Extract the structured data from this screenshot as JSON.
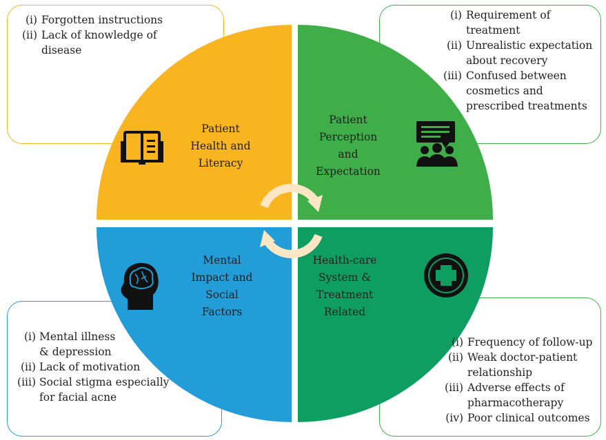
{
  "quadrants": {
    "top_left": {
      "title_lines": [
        "Patient",
        "Health and",
        "Literacy"
      ],
      "icon": "book-icon",
      "color": "#F9B520",
      "items": [
        {
          "num": "(i)",
          "lines": [
            "Forgotten instructions"
          ]
        },
        {
          "num": "(ii)",
          "lines": [
            "Lack of knowledge of",
            "disease"
          ]
        }
      ]
    },
    "top_right": {
      "title_lines": [
        "Patient",
        "Perception",
        "and",
        "Expectation"
      ],
      "icon": "group-discussion-icon",
      "color": "#3FAE49",
      "items": [
        {
          "num": "(i)",
          "lines": [
            "Requirement of",
            "treatment"
          ]
        },
        {
          "num": "(ii)",
          "lines": [
            "Unrealistic expectation",
            "about recovery"
          ]
        },
        {
          "num": "(iii)",
          "lines": [
            "Confused between",
            "cosmetics and",
            "prescribed treatments"
          ]
        }
      ]
    },
    "bottom_left": {
      "title_lines": [
        "Mental",
        "Impact and",
        "Social",
        "Factors"
      ],
      "icon": "brain-head-icon",
      "color": "#229DD7",
      "items": [
        {
          "num": "(i)",
          "lines": [
            "Mental illness",
            "& depression"
          ]
        },
        {
          "num": "(ii)",
          "lines": [
            "Lack of motivation"
          ]
        },
        {
          "num": "(iii)",
          "lines": [
            "Social stigma especially",
            "for facial acne"
          ]
        }
      ]
    },
    "bottom_right": {
      "title_lines": [
        "Health-care",
        "System &",
        "Treatment",
        "Related"
      ],
      "icon": "medical-cross-icon",
      "color": "#0E9E61",
      "items": [
        {
          "num": "(i)",
          "lines": [
            "Frequency of follow-up"
          ]
        },
        {
          "num": "(ii)",
          "lines": [
            "Weak doctor-patient",
            "relationship"
          ]
        },
        {
          "num": "(iii)",
          "lines": [
            "Adverse effects of",
            "pharmacotherapy"
          ]
        },
        {
          "num": "(iv)",
          "lines": [
            "Poor clinical outcomes"
          ]
        }
      ]
    }
  },
  "colors": {
    "arrow": "#FCE6C4",
    "box_top_left_border": "#F9B520",
    "box_top_right_border": "#3FAE49",
    "box_bottom_left_border": "#229DD7",
    "box_bottom_right_border": "#3FAE49"
  }
}
